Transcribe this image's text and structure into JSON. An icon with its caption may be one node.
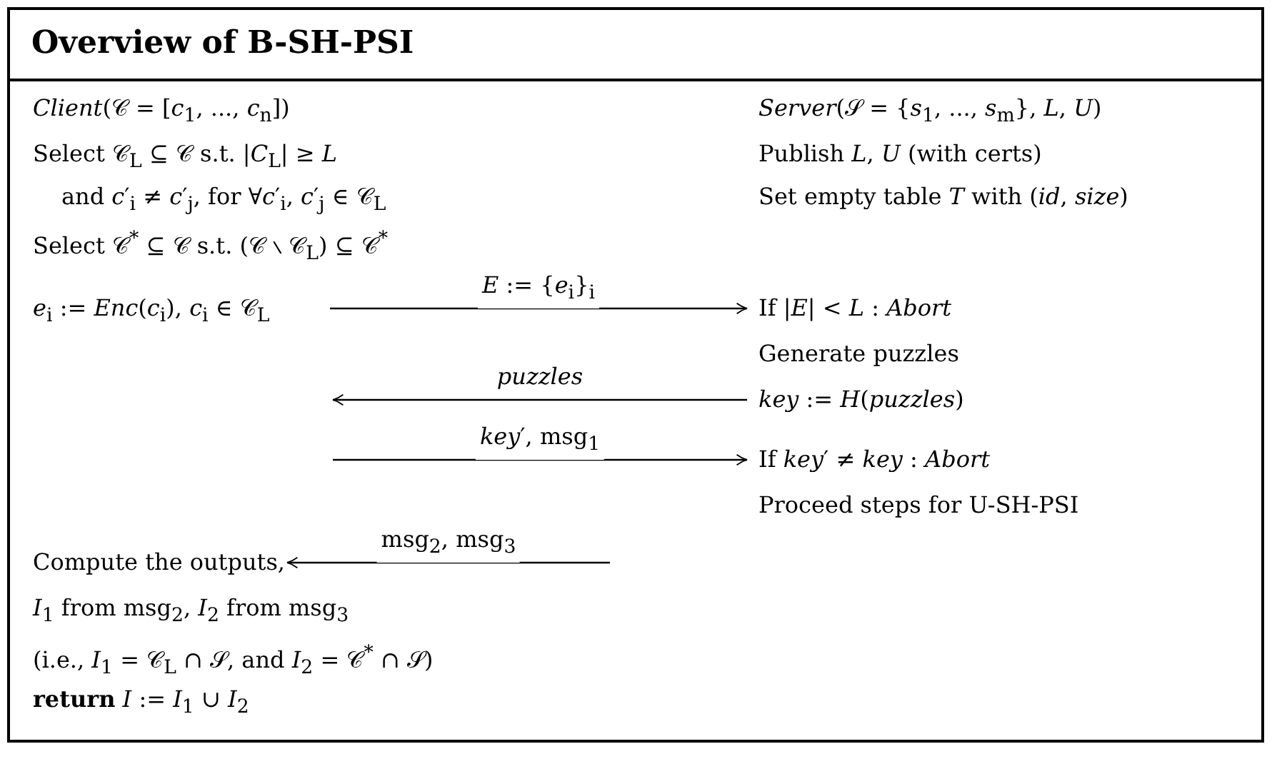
{
  "diagram": {
    "title": "Overview of B-SH-PSI",
    "nodes": [
      {
        "text": [
          "*e*$_{i}$ := *Enc*(*c*$_{i}$), *c*$_{i}$ ∈ 𝒞$_{L}$"
        ]
      },
      {
        "text": [
          "If |*E*| < *L* : *Abort*"
        ]
      },
      {
        "text": [
          "*key* := *H*(*puzzles*)"
        ]
      },
      {
        "text": [
          "If *key*′ ≠ *key* : *Abort*"
        ]
      },
      {
        "text": [
          "Compute the outputs,"
        ]
      }
    ],
    "edges": [
      {
        "from": 0,
        "to": 1,
        "arrow": "to",
        "label": "*E* := {*e*$_{i}$}$_{i}$"
      },
      {
        "from": 2,
        "to": null,
        "arrow": "to",
        "label": "*puzzles*"
      },
      {
        "from": null,
        "to": 3,
        "arrow": "to",
        "label": "*key*′, msg$_{1}$"
      },
      {
        "from": null,
        "to": 4,
        "arrow": "to",
        "label": "msg$_{2}$, msg$_{3}$"
      }
    ],
    "labels": [
      "*Client*(𝒞 = [*c*$_{1}$, ..., *c*$_{n}$])",
      "*Server*(𝒮 = {*s*$_{1}$, ..., *s*$_{m}$}, *L*, *U*)",
      "Select 𝒞$_{L}$ ⊆ 𝒞 s.t. |*C*$_{L}$| ≥ *L*",
      "Publish *L*, *U* (with certs)",
      "and *c*′$_{i}$ ≠ *c*′$_{j}$, for ∀*c*′$_{i}$, *c*′$_{j}$ ∈ 𝒞$_{L}$",
      "Set empty table *T* with (*id*, *size*)",
      "Select 𝒞$^{*}$ ⊆ 𝒞 s.t. (𝒞 ∖ 𝒞$_{L}$) ⊆ 𝒞$^{*}$",
      "Generate puzzles",
      "Proceed steps for U-SH-PSI",
      "*I*$_{1}$ from msg$_{2}$, *I*$_{2}$ from msg$_{3}$",
      "(i.e., *I*$_{1}$ = 𝒞$_{L}$ ∩ 𝒮, and *I*$_{2}$ = 𝒞$^{*}$ ∩ 𝒮)",
      "**return** *I* := *I*$_{1}$ ∪ *I*$_{2}$"
    ]
  }
}
